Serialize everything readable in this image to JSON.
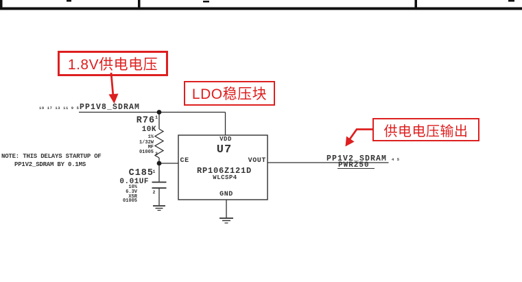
{
  "colors": {
    "annotation_red": "#dd1f1f",
    "schematic_ink": "#333333",
    "background": "#ffffff"
  },
  "annotations": {
    "supply_1v8": {
      "label": "1.8V供电电压"
    },
    "ldo_block": {
      "label": "LDO稳压块"
    },
    "output": {
      "label": "供电电压输出"
    }
  },
  "note": {
    "line1": "NOTE: THIS DELAYS STARTUP OF",
    "line2": "PP1V2_SDRAM BY 0.1MS"
  },
  "nets": {
    "input": {
      "refs": "19 17 13 11 9 5",
      "name": "PP1V8_SDRAM"
    },
    "output": {
      "name": "PP1V2_SDRAM",
      "refs": "4 5",
      "alias": "PWR250"
    }
  },
  "components": {
    "resistor": {
      "ref": "R76",
      "pin1": "1",
      "pin2": "2",
      "value": "10K",
      "tolerance": "1%",
      "power": "1/32W",
      "type": "MF",
      "package": "01005"
    },
    "capacitor": {
      "ref": "C185",
      "pin1": "1",
      "pin2": "2",
      "value": "0.01UF",
      "tolerance": "10%",
      "voltage": "6.3V",
      "dielectric": "X5R",
      "package": "01005"
    },
    "ic": {
      "ref": "U7",
      "part": "RP106Z121D",
      "package": "WLCSP4",
      "pin_vdd": "VDD",
      "pin_ce": "CE",
      "pin_vout": "VOUT",
      "pin_gnd": "GND"
    }
  }
}
